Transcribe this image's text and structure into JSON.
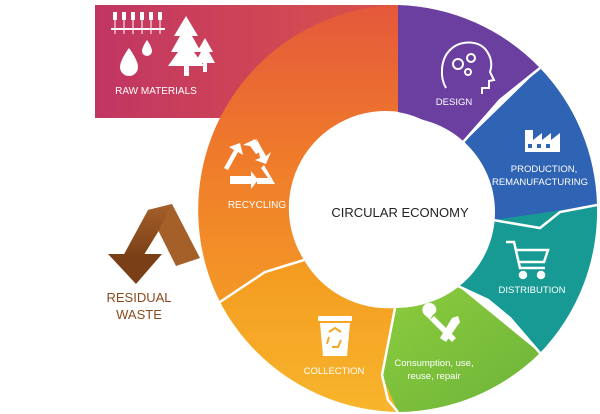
{
  "center_label": "CIRCULAR ECONOMY",
  "stages": {
    "raw_materials": "RAW MATERIALS",
    "design": "DESIGN",
    "production_line1": "PRODUCTION,",
    "production_line2": "REMANUFACTURING",
    "distribution": "DISTRIBUTION",
    "consumption_line1": "Consumption, use,",
    "consumption_line2": "reuse, repair",
    "collection": "COLLECTION",
    "recycling": "RECYCLING"
  },
  "residual": {
    "line1": "RESIDUAL",
    "line2": "WASTE"
  },
  "colors": {
    "raw_materials": "#c4365f",
    "design": "#6b3fa0",
    "production": "#2f63b3",
    "distribution": "#169a93",
    "consumption": "#7cbf3a",
    "collection": "#f5a823",
    "recycling": "#ef7a2a",
    "residual": "#8a4a1f"
  },
  "icons": {
    "raw_materials": [
      "crops-icon",
      "water-drops-icon",
      "trees-icon"
    ],
    "design": "head-gears-icon",
    "production": "factory-icon",
    "distribution": "shopping-cart-icon",
    "consumption": "tools-icon",
    "collection": "recycle-bin-icon",
    "recycling": "recycle-icon",
    "residual": "down-arrow-icon"
  }
}
